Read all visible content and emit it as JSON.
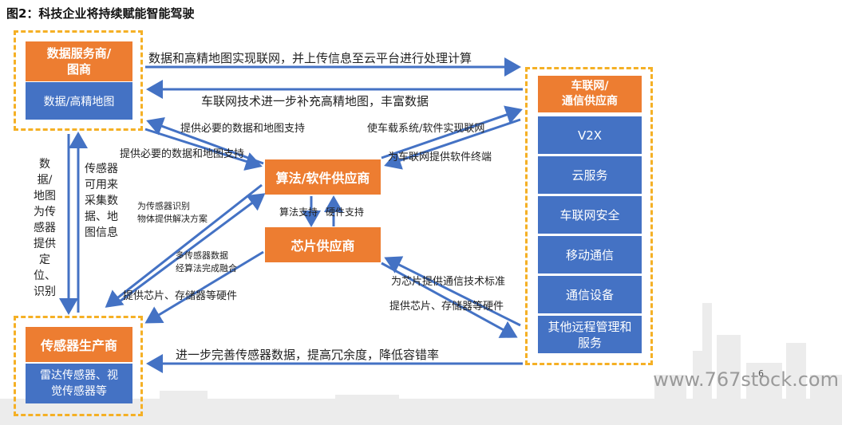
{
  "figure_title": "图2：科技企业将持续赋能智能驾驶",
  "nodes": {
    "data_provider": {
      "title": "数据服务商/\n图商",
      "sub": "数据/高精地图"
    },
    "telematics": {
      "title": "车联网/\n通信供应商",
      "items": [
        "V2X",
        "云服务",
        "车联网安全",
        "移动通信",
        "通信设备",
        "其他远程管理和\n服务"
      ]
    },
    "algorithm": {
      "title": "算法/软件供应商"
    },
    "chip": {
      "title": "芯片供应商"
    },
    "sensor": {
      "title": "传感器生产商",
      "sub": "雷达传感器、视\n觉传感器等"
    }
  },
  "edges": {
    "top_right": "数据和高精地图实现联网，并上传信息至云平台进行处理计算",
    "top_left": "车联网技术进一步补充高精地图，丰富数据",
    "data_to_algo_1": "提供必要的数据和地图支持",
    "data_to_algo_2": "提供必要的数据和地图支持",
    "algo_to_tele": "使车载系统/软件实现联网",
    "tele_to_algo": "为车联网提供软件终端",
    "left_down": "数据/地图为传感器提供定位、识别",
    "left_up": "传感器可用来采集数据、地图信息",
    "algo_to_sensor_1": "为传感器识别",
    "algo_to_sensor_2": "物体提供解决方案",
    "sensor_to_algo_1": "多传感器数据",
    "sensor_to_algo_2": "经算法完成融合",
    "algo_support": "算法支持",
    "hw_support": "硬件支持",
    "chip_to_sensor": "提供芯片、存储器等硬件",
    "tele_to_chip": "为芯片提供通信技术标准",
    "chip_to_tele": "提供芯片、存储器等硬件",
    "bottom": "进一步完善传感器数据，提高冗余度，降低容错率"
  },
  "page_number": "6",
  "watermark": "www.767stock.com",
  "colors": {
    "orange": "#ed7d31",
    "blue": "#4472c4",
    "dashed": "#f5b025",
    "arrow": "#4472c4"
  }
}
